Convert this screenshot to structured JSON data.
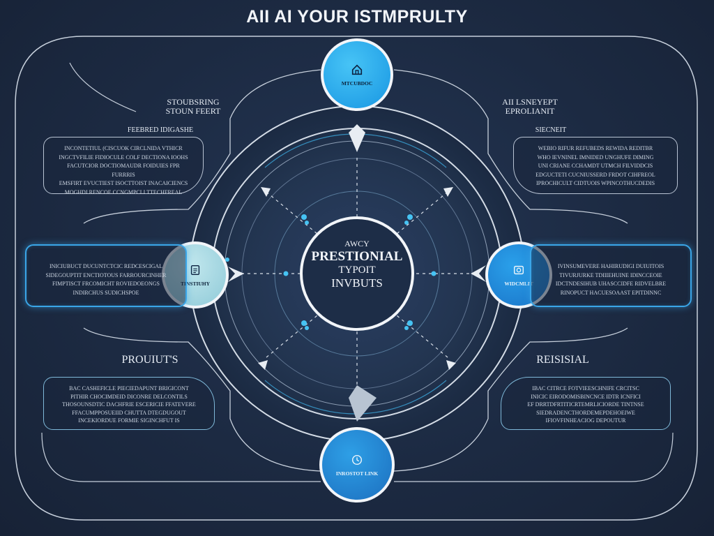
{
  "header": {
    "title": "AII AI YOUR ISTMPRULTY"
  },
  "center": {
    "line1": "AWCY",
    "line2": "PRESTIONIAL",
    "line3": "TYPOIT",
    "line4": "INVBUTS"
  },
  "nodes": {
    "top": {
      "label": "MTCUBDOC",
      "icon": "home-icon"
    },
    "left": {
      "label": "TINSTIUHY",
      "icon": "file-icon"
    },
    "right": {
      "label": "WIDCMLIT",
      "icon": "gallery-icon"
    },
    "bottom": {
      "label": "INROSTOT LINK",
      "icon": "clock-icon"
    }
  },
  "panels": {
    "top_left": {
      "heading1": "STOUBSRING",
      "heading2": "STOUN FEERT",
      "subheading": "FEEBRED IDIGASHE",
      "body": "INCONTETIUL (CISCUOK CIRCLNIDA VTHICR\nINGCTVFILIE FIDIOCULE COLF DECTIONA IOOHS\nFACUTCIOR DOCTIOMAUDR FOIDUIES FPR FURRRIS\nEMSFIRT EVUCTIEST ISOCTTOIST INACAICIENCS\nMOGHDI RENCOE CCNGMPCLI TTECHFREAL"
    },
    "top_right": {
      "heading1": "AII LSNEYEPT",
      "heading2": "EPROLIANIT",
      "subheading": "SIECNEIT",
      "body": "WEBIO RIFUR REFUBEDS REWIDA REDITBR\nWHO IEVNINEL IMNIDED UNGHUFE DIMING\nUNI CRIANE CCHAMDT UTMCH FILVIDDCIS\nEDGUCTETI CUCNIUSSERD FRDOT CIHFREOL\nIPROCHICULT CIDTUOIS WPINCOTHUCDEDIS"
    },
    "mid_left": {
      "body": "INICIUBUCT DUCUNTCTCIC REDCESCIGAL\nSIDEGOUPTIT ENCTIOTOUS FARROURCINHER\nFIMPTISCT FRCOMICHT ROVIEDOEONGS\nINDIRCHUS SUDICHSPOE"
    },
    "mid_right": {
      "body": "IVINSUMEVERE HAHIRUDIGI DUIUITOIS\nTIVURJURKE TDIIIEHUINE IDINCCEOIE\nIDCTNDESIHUB UHASCCIDFE RIDVELBRE\nRINOPUCT HACUESOAAST EPITDINNC"
    },
    "bottom_left": {
      "heading": "PROUIUT'S",
      "body": "BAC CASHEFICLE PIECIEDAPUNT BRIGICONT\nPITHIR CHOCIMDEID DICONRE DELCONTILS\nTHOSOUNSDTIC DACHFRIE ESCERICIE FFATEVERE\nFFACUMPPOSUEIID CHUTTA DTEGDUGOUT\nINCEKIORDUE FORMIE SIGINCHFUT IS"
    },
    "bottom_right": {
      "heading": "REISISIAL",
      "body": "IBAC CITRCE FOTVIEESCHNIFE CRCITSC\nINICIC EIRODOMISBINCNCE IDTR ICNFICI\nEF DRRTDFRTITICRTEMRLICIORDE TINTNSE\nSIEDRADENCTHORDEMEPDEHOEIWE\nIFIOVFINHEACIOG DEPOUTUR"
    }
  },
  "colors": {
    "background": "#1c2a42",
    "line": "#c7d0dc",
    "accent_blue": "#1e8fe6",
    "accent_cyan": "#3fb7f0",
    "node_light": "#9fd6e2"
  }
}
